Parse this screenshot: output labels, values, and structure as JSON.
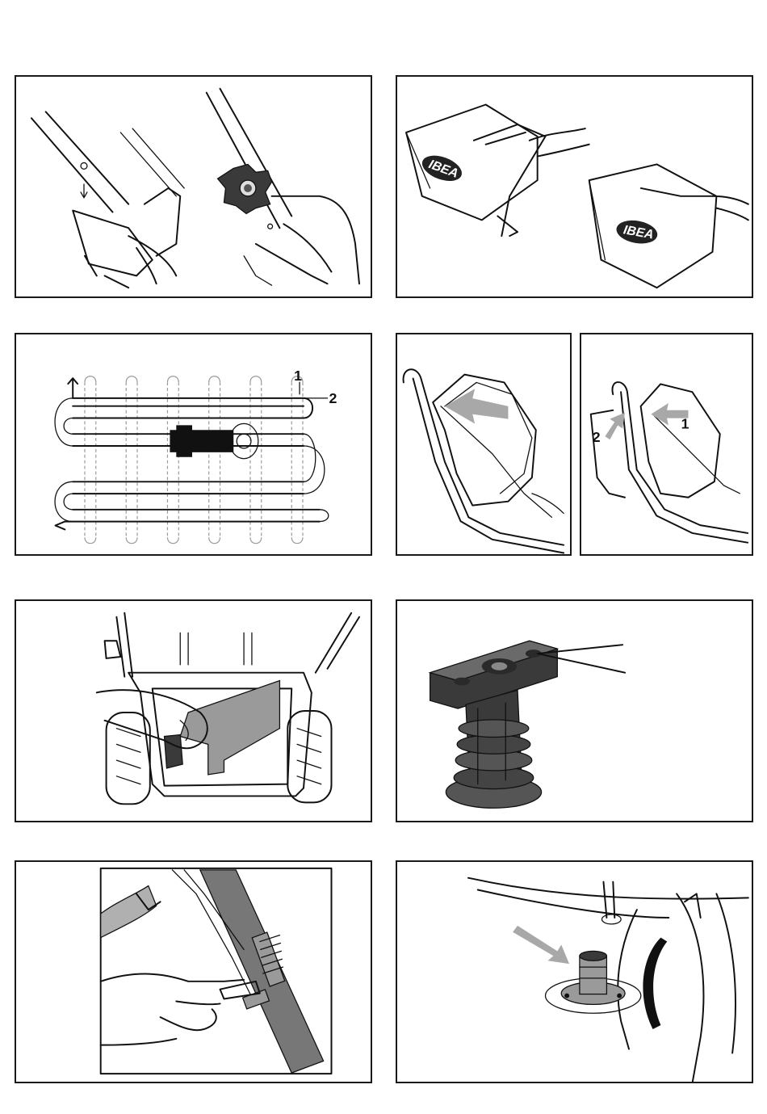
{
  "panels": {
    "p1": {
      "caption": ""
    },
    "p2": {
      "logo_left": "IBEA",
      "logo_right": "IBEA"
    },
    "p3": {
      "label_1": "1",
      "label_2": "2"
    },
    "p4": {
      "caption": ""
    },
    "p5": {
      "label_1": "1",
      "label_2": "2"
    },
    "p6": {
      "caption": ""
    },
    "p7": {
      "caption": ""
    },
    "p8": {
      "caption": ""
    },
    "p9": {
      "caption": ""
    }
  },
  "icons": [
    "handle-knob-icon",
    "grass-bag-icon",
    "mowing-pattern-icon",
    "arrow-icon",
    "blade-adapter-icon",
    "cable-adjuster-icon",
    "drive-shaft-icon"
  ],
  "colors": {
    "line": "#111111",
    "shade": "#9a9a9a",
    "arrow": "#a8a8a8",
    "dark": "#3a3a3a"
  }
}
